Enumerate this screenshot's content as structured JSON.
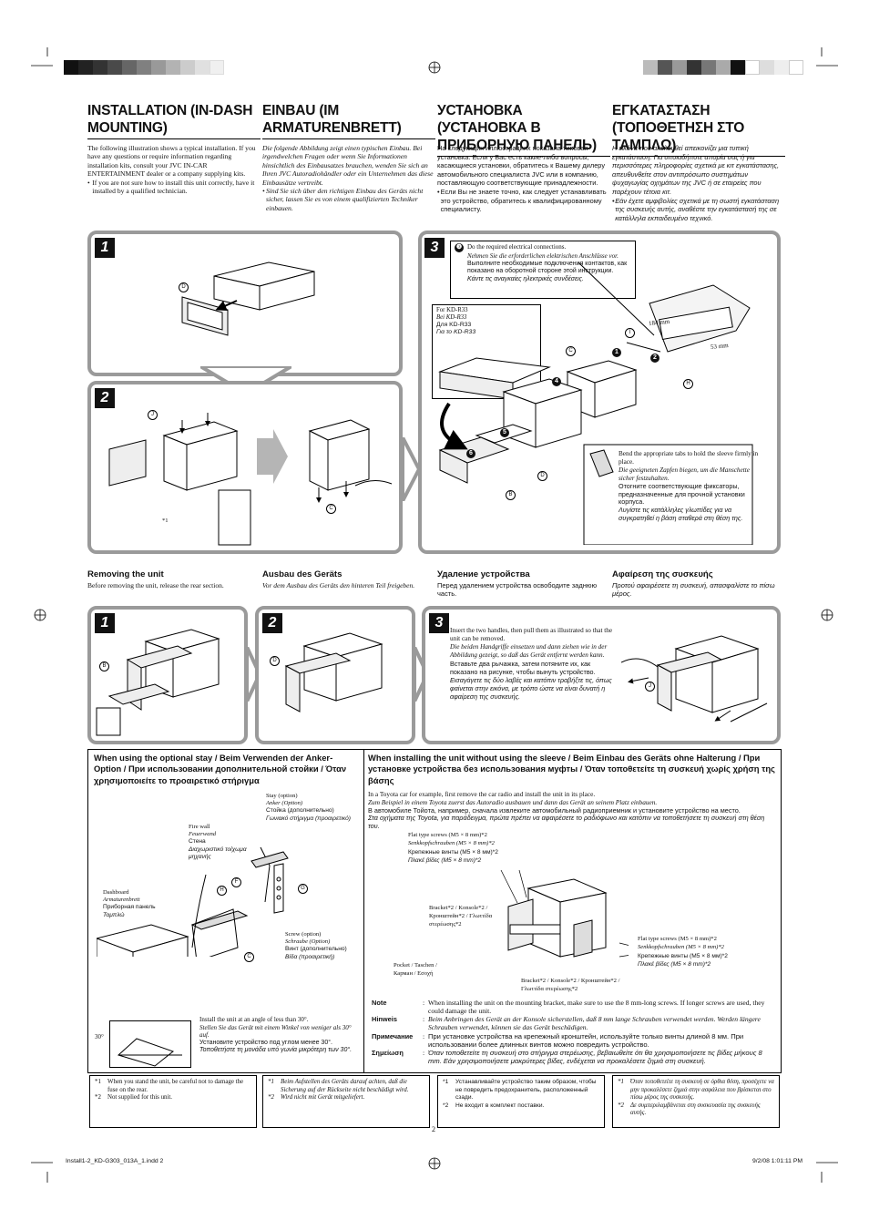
{
  "headings": {
    "en": "INSTALLATION (IN-DASH MOUNTING)",
    "de": "EINBAU (IM ARMATURENBRETT)",
    "ru": "УСТАНОВКА (УСТАНОВКА В ПРИБОРНУЮ ПАНЕЛЬ)",
    "el": "ΕΓΚΑΤΑΣΤΑΣΗ (ΤΟΠΟΘΕΤΗΣΗ ΣΤΟ ΤΑΜΠΛΩ)"
  },
  "intro": {
    "en": "The following illustration shows a typical installation. If you have any questions or require information regarding installation kits, consult your JVC IN-CAR ENTERTAINMENT dealer or a company supplying kits.",
    "en_b": "If you are not sure how to install this unit correctly, have it installed by a qualified technician.",
    "de": "Die folgende Abbildung zeigt einen typischen Einbau. Bei irgendwelchen Fragen oder wenn Sie Informationen hinsichtlich des Einbausatzes brauchen, wenden Sie sich an Ihren JVC Autoradiohändler oder ein Unternehmen das diese Einbausätze vertreibt.",
    "de_b": "Sind Sie sich über den richtigen Einbau des Geräts nicht sicher, lassen Sie es von einem qualifizierten Techniker einbauen.",
    "ru": "На следующих иллюстрациях показана типовая установка. Если у Вас есть какие-либо вопросы, касающиеся установки, обратитесь к Вашему дилеру автомобильного специалиста JVC или в компанию, поставляющую соответствующие принадлежности.",
    "ru_b": "Если Вы не знаете точно, как следует устанавливать это устройство, обратитесь к квалифицированному специалисту.",
    "el": "Η εικόνα που ακολουθεί απεικονίζει μια τυπική εγκατάσταση. Για οποιαδήποτε απορία σας ή για περισσότερες πληροφορίες σχετικά με κιτ εγκατάστασης, απευθυνθείτε στον αντιπρόσωπο συστημάτων ψυχαγωγίας οχημάτων της JVC ή σε εταιρείες που παρέχουν τέτοια κιτ.",
    "el_b": "Εάν έχετε αμφιβολίες σχετικά με τη σωστή εγκατάσταση της συσκευής αυτής, αναθέστε την εγκατάστασή της σε κατάλληλα εκπαιδευμένο τεχνικό."
  },
  "steps": {
    "s1": "1",
    "s2": "2",
    "s3": "3"
  },
  "step3_text": {
    "n": "❸",
    "en": "Do the required electrical connections.",
    "de": "Nehmen Sie die erforderlichen elektrischen Anschlüsse vor.",
    "ru": "Выполните необходимые подключения контактов, как показано на оборотной стороне этой инструкции.",
    "el": "Κάντε τις αναγκαίες ηλεκτρικές συνδέσεις."
  },
  "for_kd": {
    "en": "For KD-R33",
    "de": "Bei KD-R33",
    "ru": "Для KD-R33",
    "el": "Για το KD-R33"
  },
  "bend": {
    "en": "Bend the appropriate tabs to hold the sleeve firmly in place.",
    "de": "Die geeigneten Zapfen biegen, um die Manschette sicher festzuhalten.",
    "ru": "Отогните соответствующие фиксаторы, предназначенные для прочной установки корпуса.",
    "el": "Λυγίστε τις κατάλληλες γλωττίδες για να συγκρατηθεί η βάση σταθερά στη θέση της."
  },
  "dims": {
    "d1": "184 mm",
    "d2": "53 mm"
  },
  "letters": {
    "B": "B",
    "C": "C",
    "D": "D",
    "G": "G",
    "H": "H",
    "I": "I",
    "J": "J",
    "F": "F"
  },
  "marks": {
    "n1": "1",
    "n2": "2",
    "n4": "4",
    "n5": "5",
    "n6": "6",
    "star1": "*1"
  },
  "removing": {
    "en_h": "Removing the unit",
    "en": "Before removing the unit, release the rear section.",
    "de_h": "Ausbau des Geräts",
    "de": "Vor dem Ausbau des Geräts den hinteren Teil freigeben.",
    "ru_h": "Удаление устройства",
    "ru": "Перед удалением устройства освободите заднюю часть.",
    "el_h": "Αφαίρεση της συσκευής",
    "el": "Προτού αφαιρέσετε τη συσκευή, απασφαλίστε το πίσω μέρος."
  },
  "handles": {
    "en": "Insert the two handles, then pull them as illustrated so that the unit can be removed.",
    "de": "Die beiden Handgriffe einsetzen und dann ziehen wie in der Abbildung gezeigt, so daß das Gerät entfernt werden kann.",
    "ru": "Вставьте два рычажка, затем потяните их, как показано на рисунке, чтобы вынуть устройство.",
    "el": "Εισαγάγετε τις δύο λαβές και κατόπιν τραβήξτε τις, όπως φαίνεται στην εικόνα, με τρόπο ώστε να είναι δυνατή η αφαίρεση της συσκευής."
  },
  "stay": {
    "title": "When using the optional stay / Beim Verwenden der Anker-Option / При использовании дополнительной стойки / Όταν χρησιμοποιείτε το προαιρετικό στήριγμα",
    "stay_en": "Stay (option)",
    "stay_de": "Anker (Option)",
    "stay_ru": "Стойка (дополнительно)",
    "stay_el": "Γωνιακό στήριγμα (προαιρετικό)",
    "fire_en": "Fire wall",
    "fire_de": "Feuerwand",
    "fire_ru": "Стена",
    "fire_el": "Διαχωριστικό τοίχωμα μηχανής",
    "dash_en": "Dashboard",
    "dash_de": "Armaturenbrett",
    "dash_ru": "Приборная панель",
    "dash_el": "Ταμπλώ",
    "screw_en": "Screw (option)",
    "screw_de": "Schraube (Option)",
    "screw_ru": "Винт (дополнительно)",
    "screw_el": "Βίδα (προαιρετική)",
    "angle_en": "Install the unit at an angle of less than 30°.",
    "angle_de": "Stellen Sie das Gerät mit einem Winkel von weniger als 30° auf.",
    "angle_ru": "Установите устройство под углом менее 30°.",
    "angle_el": "Τοποθετήστε τη μονάδα υπό γωνία μικρότερη των 30°.",
    "deg": "30°"
  },
  "nosleeve": {
    "title": "When installing the unit without using the sleeve / Beim Einbau des Geräts ohne Halterung / При установке устройства без использования муфты / Όταν τοποθετείτε τη συσκευή χωρίς χρήση της βάσης",
    "en": "In a Toyota car for example, first remove the car radio and install the unit in its place.",
    "de": "Zum Beispiel in einem Toyota zuerst das Autoradio ausbauen und dann das Gerät an seinem Platz einbauen.",
    "ru": "В автомобиле Тойота, например, сначала извлеките автомобильный радиоприемник и установите устройство на место.",
    "el": "Στα οχήματα της Toyota, για παράδειγμα, πρώτα πρέπει να αφαιρέσετε το ραδιόφωνο και κατόπιν να τοποθετήσετε τη συσκευή στη θέση του.",
    "flat_en": "Flat type screws (M5 × 8 mm)*2",
    "flat_de": "Senkkopfschrauben (M5 × 8 mm)*2",
    "flat_ru": "Крепежные винты (M5 × 8 мм)*2",
    "flat_el": "Πλακέ βίδες (M5 × 8 mm)*2",
    "bracket_top": "Bracket*2 / Konsole*2 / Кронштейн*2 / Γλωττίδα στερέωσης*2",
    "bracket_bot": "Bracket*2 / Konsole*2 / Кронштейн*2 / Γλωττίδα στερέωσης*2",
    "pocket": "Pocket / Taschen / Карман / Εσοχή"
  },
  "notes": [
    {
      "k": "Note",
      "v": "When installing the unit on the mounting bracket, make sure to use the 8 mm-long screws. If longer screws are used, they could damage the unit."
    },
    {
      "k": "Hinweis",
      "v": "Beim Anbringen des Gerät an der Konsole sicherstellen, daß 8 mm lange Schrauben verwendet werden. Werden längere Schrauben verwendet, können sie das Gerät beschädigen."
    },
    {
      "k": "Примечание",
      "v": "При установке устройства на крепежный кронштейн, используйте только винты длиной 8 мм. При использовании более длинных винтов можно повредить устройство."
    },
    {
      "k": "Σημείωση",
      "v": "Όταν τοποθετείτε τη συσκευή στο στήριγμα στερέωσης, βεβαιωθείτε ότι θα χρησιμοποιήσετε τις βίδες μήκους 8 mm. Εάν χρησιμοποιήσετε μακρύτερες βίδες, ενδέχεται να προκαλέσετε ζημιά στη συσκευή."
    }
  ],
  "footnotes": {
    "en1": "When you stand the unit, be careful not to damage the fuse on the rear.",
    "en2": "Not supplied for this unit.",
    "de1": "Beim Aufstellen des Geräts darauf achten, daß die Sicherung auf der Rückseite nicht beschädigt wird.",
    "de2": "Wird nicht mit Gerät mitgeliefert.",
    "ru1": "Устанавливайте устройство таким образом, чтобы не повредить предохранитель, расположенный сзади.",
    "ru2": "Не входит в комплект поставки.",
    "el1": "Όταν τοποθετείτε τη συσκευή σε όρθια θέση, προσέχετε να μην προκαλέσετε ζημιά στην ασφάλεια που βρίσκεται στο πίσω μέρος της συσκευής.",
    "el2": "Δε συμπεριλαμβάνεται στη συσκευασία της συσκευής αυτής.",
    "m1": "*1",
    "m2": "*2"
  },
  "page_number": "2",
  "print": {
    "file": "Install1-2_KD-G303_013A_1.indd   2",
    "date": "9/2/08   1:01:11 PM"
  },
  "colors": {
    "panel_border": "#9a9a9a",
    "text": "#111111"
  }
}
